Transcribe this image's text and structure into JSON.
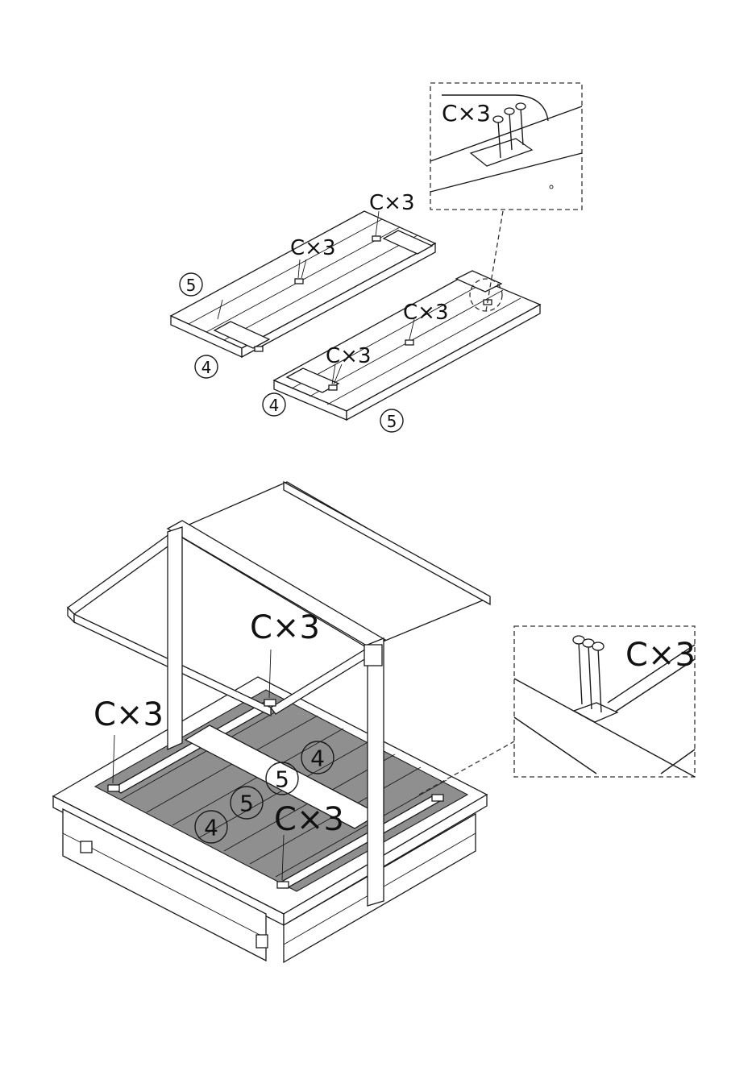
{
  "labels": {
    "qty": "C×3",
    "part4": "4",
    "part5": "5"
  },
  "colors": {
    "line": "#1a1a1a",
    "shade": "#8f8f8f",
    "background": "#ffffff"
  }
}
